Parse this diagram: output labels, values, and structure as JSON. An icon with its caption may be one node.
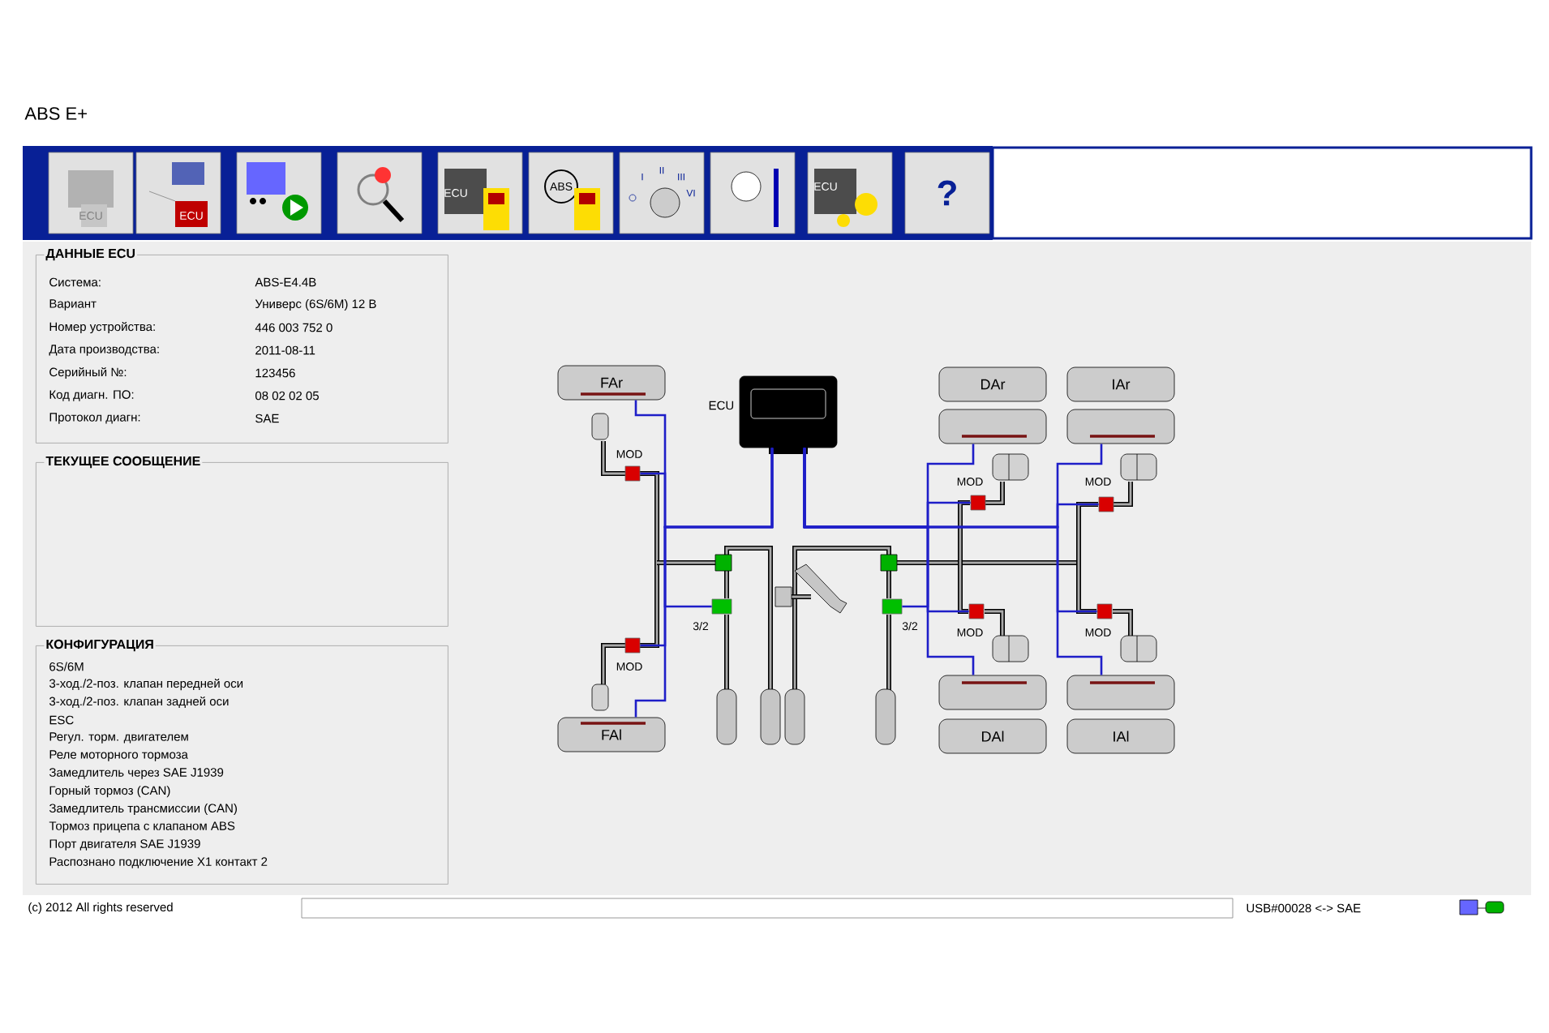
{
  "diagram": {
    "title": "ABS E+",
    "nodes": [
      {
        "text": [
          "ДАННЫЕ ECU",
          "Система:",
          "ABS-E4.4B",
          "Вариант",
          "Универс (6S/6M) 12 В",
          "Номер устройства:",
          "446 003 752 0",
          "Дата производства:",
          "2011-08-11",
          "Серийный №:",
          "123456",
          "Код диагн. ПО:",
          "08 02 02 05",
          "Протокол диагн:",
          "SAE"
        ]
      },
      {
        "text": [
          "ТЕКУЩЕЕ СООБЩЕНИЕ"
        ]
      },
      {
        "text": [
          "КОНФИГУРАЦИЯ",
          "6S/6M",
          "3-ход./2-поз. клапан передней оси",
          "3-ход./2-поз. клапан задней оси",
          "ESC",
          "Регул. торм. двигателем",
          "Реле моторного тормоза",
          "Замедлитель через SAE J1939",
          "Горный тормоз (CAN)",
          "Замедлитель трансмиссии (CAN)",
          "Тормоз прицепа с клапаном ABS",
          "Порт двигателя SAE J1939",
          "Распознано подключение X1 контакт 2"
        ]
      },
      {
        "text": [
          "FAr"
        ]
      },
      {
        "text": [],
        "shape": "box",
        "beside": [
          "ECU"
        ]
      },
      {
        "text": [
          "DAr"
        ]
      },
      {
        "text": [
          "IAr"
        ]
      },
      {
        "text": [],
        "shape": "box"
      },
      {
        "text": [],
        "shape": "box"
      },
      {
        "text": [],
        "shape": "box",
        "beside": [
          "MOD"
        ]
      },
      {
        "text": [],
        "shape": "box",
        "beside": [
          "MOD"
        ]
      },
      {
        "text": [],
        "shape": "box",
        "beside": [
          "MOD"
        ]
      },
      {
        "text": [],
        "shape": "box",
        "beside": [
          "3/2"
        ]
      },
      {
        "text": [],
        "shape": "box",
        "beside": [
          "3/2"
        ]
      },
      {
        "text": [],
        "shape": "box",
        "beside": [
          "MOD"
        ]
      },
      {
        "text": [],
        "shape": "box",
        "beside": [
          "MOD"
        ]
      },
      {
        "text": [],
        "shape": "box",
        "beside": [
          "MOD"
        ]
      },
      {
        "text": [],
        "shape": "box"
      },
      {
        "text": [],
        "shape": "box"
      },
      {
        "text": [
          "FAl"
        ]
      },
      {
        "text": [
          "DAl"
        ]
      },
      {
        "text": [
          "IAl"
        ]
      }
    ],
    "edges": [
      {
        "from": 4,
        "to": 3,
        "arrow": "none"
      },
      {
        "from": 4,
        "to": 9,
        "arrow": "none"
      },
      {
        "from": 4,
        "to": 12,
        "arrow": "none"
      },
      {
        "from": 4,
        "to": 14,
        "arrow": "none"
      },
      {
        "from": 4,
        "to": 19,
        "arrow": "none"
      },
      {
        "from": 4,
        "to": 7,
        "arrow": "none"
      },
      {
        "from": 4,
        "to": 10,
        "arrow": "none"
      },
      {
        "from": 4,
        "to": 13,
        "arrow": "none"
      },
      {
        "from": 4,
        "to": 15,
        "arrow": "none"
      },
      {
        "from": 4,
        "to": 17,
        "arrow": "none"
      },
      {
        "from": 4,
        "to": 8,
        "arrow": "none"
      },
      {
        "from": 4,
        "to": 11,
        "arrow": "none"
      },
      {
        "from": 4,
        "to": 16,
        "arrow": "none"
      },
      {
        "from": 4,
        "to": 18,
        "arrow": "none"
      }
    ],
    "labels": [
      "ECU",
      "ECU",
      "ECU",
      "ABS",
      "I",
      "II",
      "III",
      "VI",
      "ECU",
      "?",
      "(c) 2012 All rights reserved",
      "USB#00028 <-> SAE"
    ]
  }
}
